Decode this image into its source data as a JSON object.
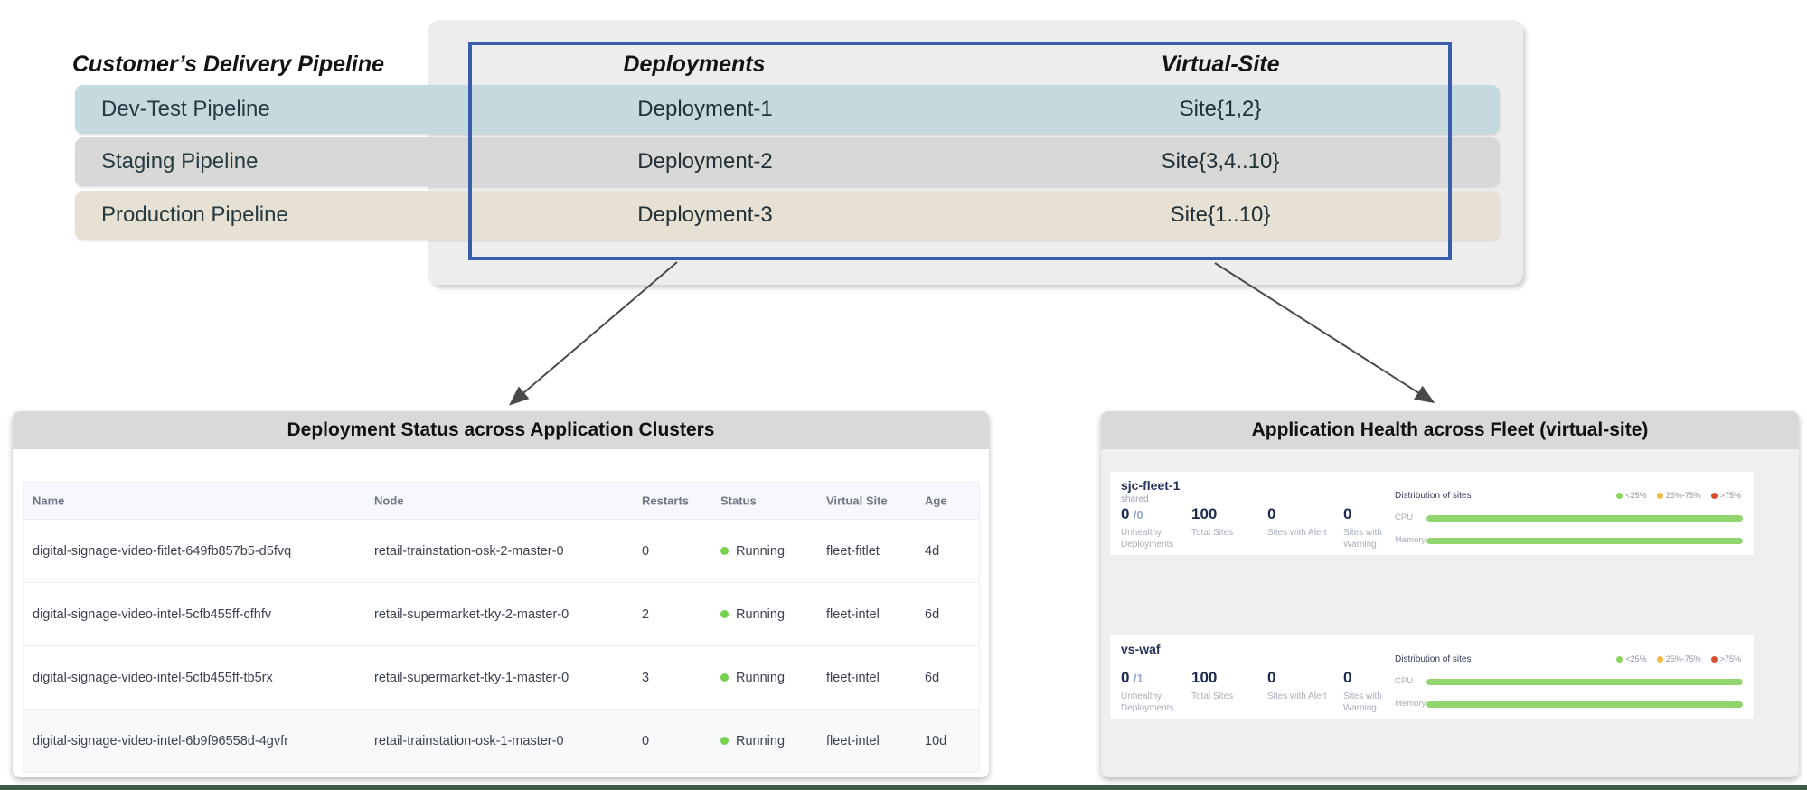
{
  "pipeline_diagram": {
    "title": "Customer’s Delivery Pipeline",
    "column_headers": {
      "deployments": "Deployments",
      "virtual_site": "Virtual-Site"
    },
    "rows": [
      {
        "label": "Dev-Test Pipeline",
        "deployment": "Deployment-1",
        "site": "Site{1,2}",
        "row_color": "#c4dade"
      },
      {
        "label": "Staging Pipeline",
        "deployment": "Deployment-2",
        "site": "Site{3,4..10}",
        "row_color": "#d8d8d6"
      },
      {
        "label": "Production Pipeline",
        "deployment": "Deployment-3",
        "site": "Site{1..10}",
        "row_color": "#e6e1d3"
      }
    ],
    "highlight_border_color": "#3a5cad"
  },
  "deployment_panel": {
    "title": "Deployment Status across Application Clusters",
    "table": {
      "headers": {
        "name": "Name",
        "node": "Node",
        "restarts": "Restarts",
        "status": "Status",
        "virtual_site": "Virtual Site",
        "age": "Age"
      },
      "rows": [
        {
          "name": "digital-signage-video-fitlet-649fb857b5-d5fvq",
          "node": "retail-trainstation-osk-2-master-0",
          "restarts": "0",
          "status": "Running",
          "virtual_site": "fleet-fitlet",
          "age": "4d"
        },
        {
          "name": "digital-signage-video-intel-5cfb455ff-cfhfv",
          "node": "retail-supermarket-tky-2-master-0",
          "restarts": "2",
          "status": "Running",
          "virtual_site": "fleet-intel",
          "age": "6d"
        },
        {
          "name": "digital-signage-video-intel-5cfb455ff-tb5rx",
          "node": "retail-supermarket-tky-1-master-0",
          "restarts": "3",
          "status": "Running",
          "virtual_site": "fleet-intel",
          "age": "6d"
        },
        {
          "name": "digital-signage-video-intel-6b9f96558d-4gvfr",
          "node": "retail-trainstation-osk-1-master-0",
          "restarts": "0",
          "status": "Running",
          "virtual_site": "fleet-intel",
          "age": "10d"
        }
      ],
      "status_dot_color": "#76d14f"
    }
  },
  "health_panel": {
    "title": "Application Health across Fleet (virtual-site)",
    "metric_labels": {
      "unhealthy": "Unhealthy Deployments",
      "total": "Total Sites",
      "alert": "Sites with Alert",
      "warning": "Sites with Warning"
    },
    "distribution": {
      "label": "Distribution of sites",
      "row_labels": {
        "cpu": "CPU",
        "memory": "Memory"
      },
      "legend": [
        {
          "label": "<25%",
          "color": "#8bd65c"
        },
        {
          "label": "25%-75%",
          "color": "#f0b942"
        },
        {
          "label": ">75%",
          "color": "#d4502e"
        }
      ],
      "bar_color": "#90d56d"
    },
    "cards": [
      {
        "name": "sjc-fleet-1",
        "subtitle": "shared",
        "unhealthy": "0",
        "unhealthy_suffix": "/0",
        "total_sites": "100",
        "sites_with_alert": "0",
        "sites_with_warning": "0",
        "cpu_pct": 100,
        "memory_pct": 100
      },
      {
        "name": "vs-waf",
        "subtitle": "",
        "unhealthy": "0",
        "unhealthy_suffix": "/1",
        "total_sites": "100",
        "sites_with_alert": "0",
        "sites_with_warning": "0",
        "cpu_pct": 100,
        "memory_pct": 100
      }
    ]
  },
  "footer": {
    "accent_bar_color": "#3f5a46"
  }
}
